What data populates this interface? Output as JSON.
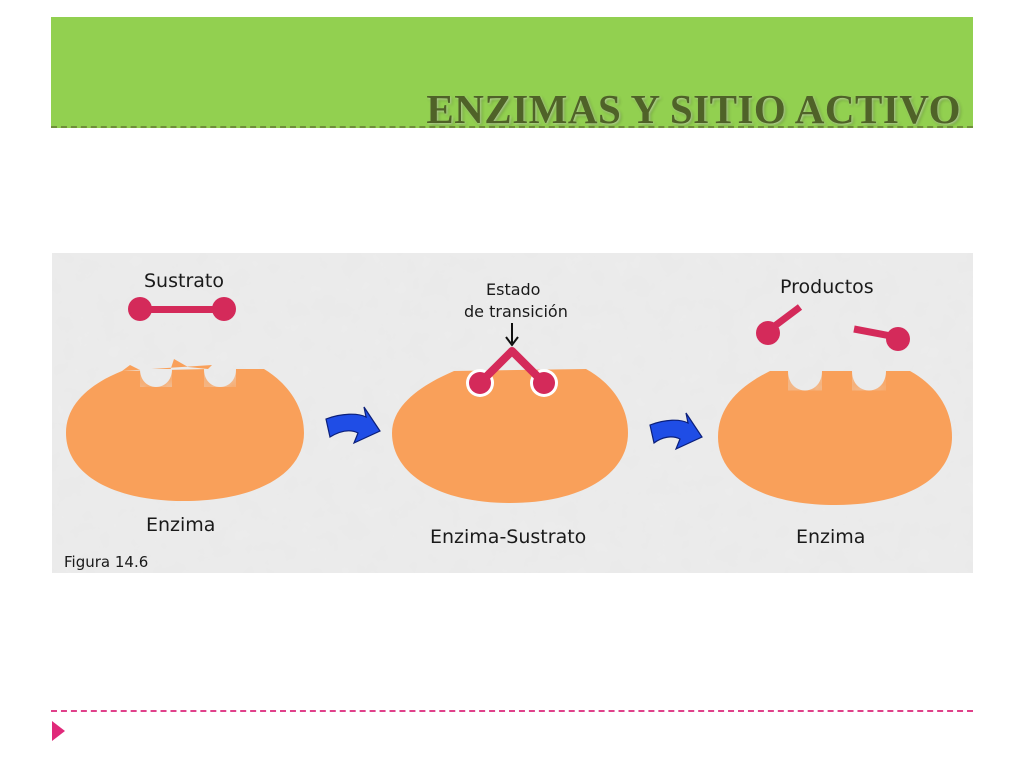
{
  "slide": {
    "title": "ENZIMAS Y SITIO ACTIVO"
  },
  "figure": {
    "stages": [
      {
        "top_label": "Sustrato",
        "bottom_label": "Enzima"
      },
      {
        "top_label_line1": "Estado",
        "top_label_line2": "de transición",
        "bottom_label": "Enzima-Sustrato"
      },
      {
        "top_label": "Productos",
        "bottom_label": "Enzima"
      }
    ],
    "caption": "Figura 14.6"
  },
  "colors": {
    "title_bar": "#92d050",
    "title_text": "#4f6228",
    "enzyme": "#f9a05a",
    "substrate": "#d42a5a",
    "arrow": "#1f4de6",
    "accent_line": "#e0408a"
  }
}
